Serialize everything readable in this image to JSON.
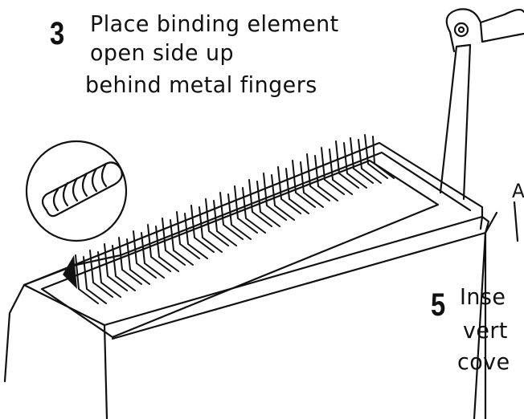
{
  "step3": {
    "number": "3",
    "lines": [
      "Place binding element",
      "open side up",
      "behind metal fingers"
    ]
  },
  "step5": {
    "number": "5",
    "lines": [
      "Inse",
      "vert",
      "cove"
    ]
  },
  "partial_glyph": "A",
  "colors": {
    "ink": "#111111",
    "background": "#ffffff"
  }
}
